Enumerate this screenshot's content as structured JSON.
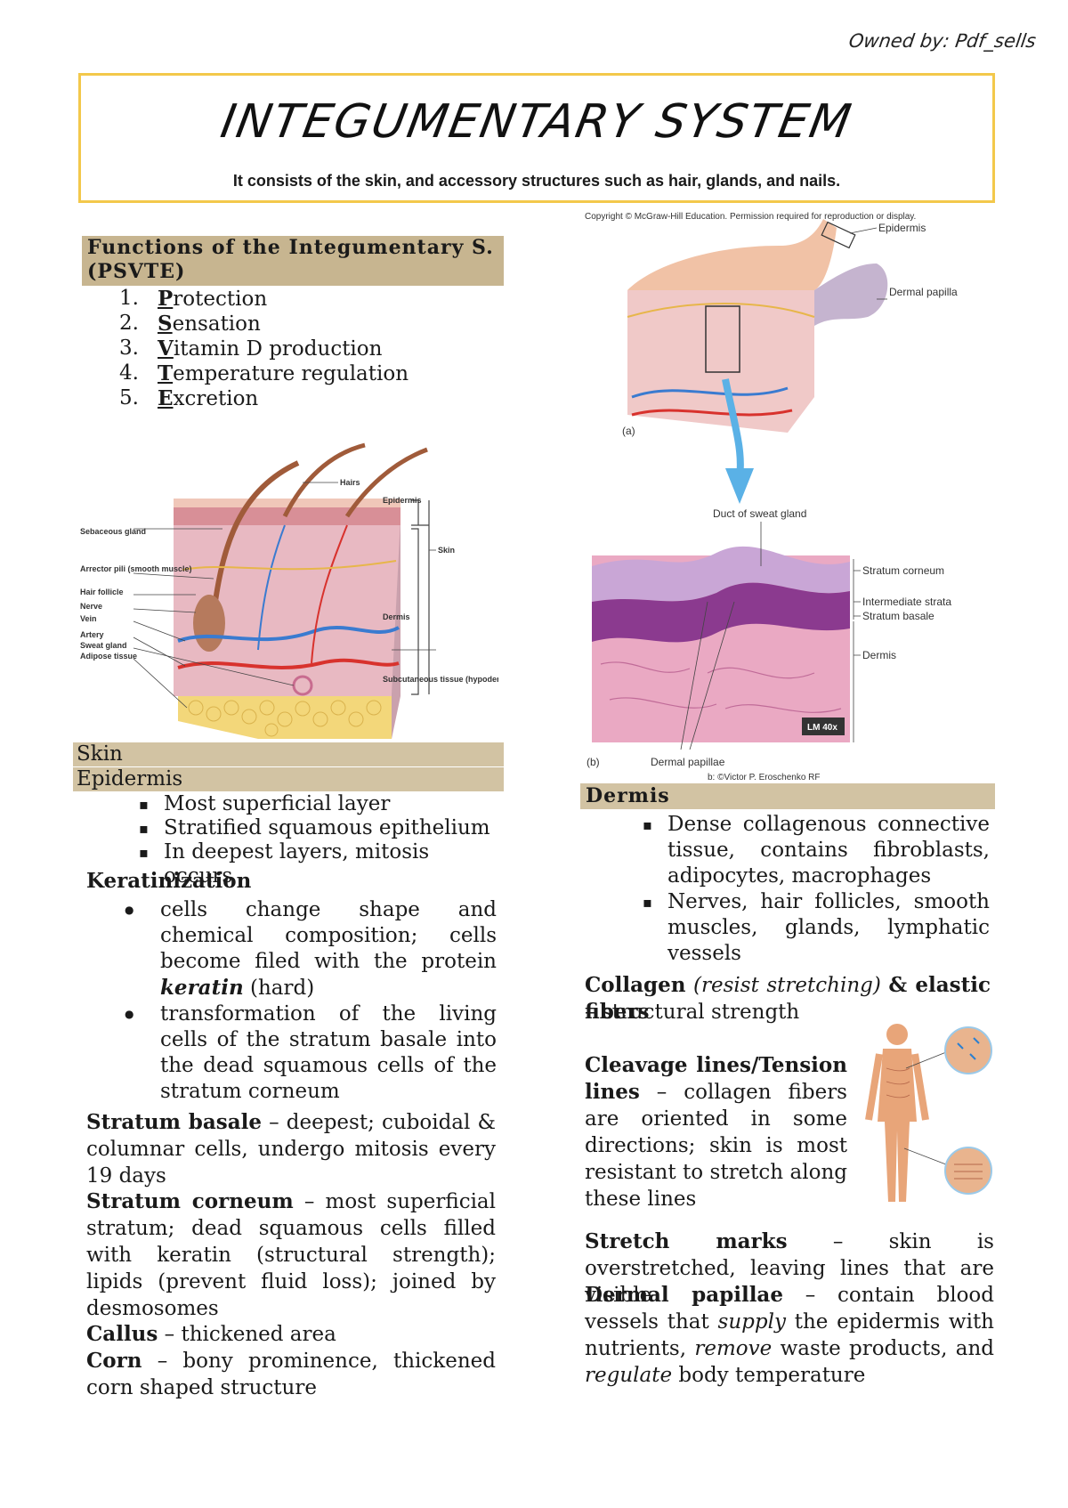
{
  "owner": "Owned by: Pdf_sells",
  "title": "INTEGUMENTARY SYSTEM",
  "subtitle": "It consists of the skin, and accessory structures such as hair, glands, and nails.",
  "functions": {
    "heading": "Functions of the Integumentary S. (PSVTE)",
    "items": [
      {
        "num": "1.",
        "first": "P",
        "rest": "rotection"
      },
      {
        "num": "2.",
        "first": "S",
        "rest": "ensation"
      },
      {
        "num": "3.",
        "first": "V",
        "rest": "itamin D production"
      },
      {
        "num": "4.",
        "first": "T",
        "rest": "emperature regulation"
      },
      {
        "num": "5.",
        "first": "E",
        "rest": "xcretion"
      }
    ]
  },
  "skin_figure": {
    "labels_left": [
      "Sebaceous gland",
      "Arrector pili (smooth muscle)",
      "Hair follicle",
      "Nerve",
      "Vein",
      "Artery",
      "Sweat gland",
      "Adipose tissue"
    ],
    "label_hairs": "Hairs",
    "label_epidermis": "Epidermis",
    "label_skin": "Skin",
    "label_dermis": "Dermis",
    "label_subq": "Subcutaneous tissue (hypodermis)"
  },
  "dermis_figure": {
    "copyright": "Copyright © McGraw-Hill Education. Permission required for reproduction or display.",
    "label_epidermis": "Epidermis",
    "label_dermal_papilla": "Dermal papilla",
    "label_a": "(a)",
    "label_duct": "Duct of sweat gland",
    "label_stratum_corneum": "Stratum corneum",
    "label_intermediate": "Intermediate strata",
    "label_basale": "Stratum basale",
    "label_dermis": "Dermis",
    "label_lm": "LM 40x",
    "label_b": "(b)",
    "label_papillae": "Dermal papillae",
    "credit": "b: ©Victor P. Eroschenko RF"
  },
  "skin": {
    "heading": "Skin",
    "epidermis_heading": "Epidermis",
    "bullets": [
      "Most superficial layer",
      "Stratified squamous epithelium",
      "In deepest layers, mitosis occurs"
    ],
    "keratinization_heading": "Keratinization",
    "kerat_bullet1_pre": "cells change shape and chemical composition; cells become filed with the protein ",
    "kerat_bullet1_em": "keratin",
    "kerat_bullet1_post": " (hard)",
    "kerat_bullet2": "transformation of the living cells of the stratum basale into the dead squamous cells of the stratum corneum",
    "basale_term": "Stratum basale",
    "basale_text": " – deepest; cuboidal & columnar cells, undergo mitosis every 19 days",
    "corneum_term": "Stratum corneum",
    "corneum_text": " – most superficial stratum; dead squamous cells filled with keratin (structural strength); lipids (prevent fluid loss); joined by desmosomes",
    "callus_term": "Callus",
    "callus_text": " – thickened area",
    "corn_term": "Corn",
    "corn_text": " – bony prominence, thickened corn shaped structure"
  },
  "dermis": {
    "heading": "Dermis",
    "bullets": [
      "Dense collagenous connective tissue, contains fibroblasts, adipocytes, macrophages",
      "Nerves, hair follicles, smooth muscles, glands, lymphatic vessels"
    ],
    "collagen_term": "Collagen",
    "collagen_em": "(resist stretching)",
    "collagen_amp": "& elastic fibers",
    "collagen_text": " – structural strength",
    "cleavage_term": "Cleavage lines/Tension lines",
    "cleavage_text": " – collagen fibers are oriented in some directions; skin is most resistant to stretch along these lines",
    "stretch_term": "Stretch marks",
    "stretch_text": " – skin is overstretched, leaving lines that are visible",
    "papillae_term": "Dermal papillae",
    "papillae_pre": " – contain blood vessels that ",
    "papillae_em1": "supply",
    "papillae_mid1": " the epidermis with nutrients, ",
    "papillae_em2": "remove",
    "papillae_mid2": " waste products, and ",
    "papillae_em3": "regulate",
    "papillae_post": " body temperature"
  }
}
